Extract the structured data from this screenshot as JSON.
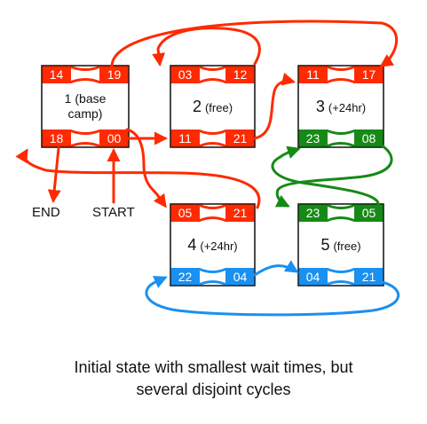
{
  "colors": {
    "red": "#ff2a00",
    "green": "#168a16",
    "blue": "#1a90f0"
  },
  "nodes": [
    {
      "id": "1",
      "num": "1",
      "label_line1": "(base",
      "label_line2": "camp)",
      "top_left": "14",
      "top_right": "19",
      "bottom_left": "18",
      "bottom_right": "00",
      "top_color": "red",
      "bottom_color": "red"
    },
    {
      "id": "2",
      "num": "2",
      "label": "(free)",
      "top_left": "03",
      "top_right": "12",
      "bottom_left": "11",
      "bottom_right": "21",
      "top_color": "red",
      "bottom_color": "red"
    },
    {
      "id": "3",
      "num": "3",
      "label": "(+24hr)",
      "top_left": "11",
      "top_right": "17",
      "bottom_left": "23",
      "bottom_right": "08",
      "top_color": "red",
      "bottom_color": "green"
    },
    {
      "id": "4",
      "num": "4",
      "label": "(+24hr)",
      "top_left": "05",
      "top_right": "21",
      "bottom_left": "22",
      "bottom_right": "04",
      "top_color": "red",
      "bottom_color": "blue"
    },
    {
      "id": "5",
      "num": "5",
      "label": "(free)",
      "top_left": "23",
      "top_right": "05",
      "bottom_left": "04",
      "bottom_right": "21",
      "top_color": "green",
      "bottom_color": "blue"
    }
  ],
  "labels": {
    "end": "END",
    "start": "START"
  },
  "caption": {
    "line1": "Initial state with smallest wait times, but",
    "line2": "several disjoint cycles"
  }
}
